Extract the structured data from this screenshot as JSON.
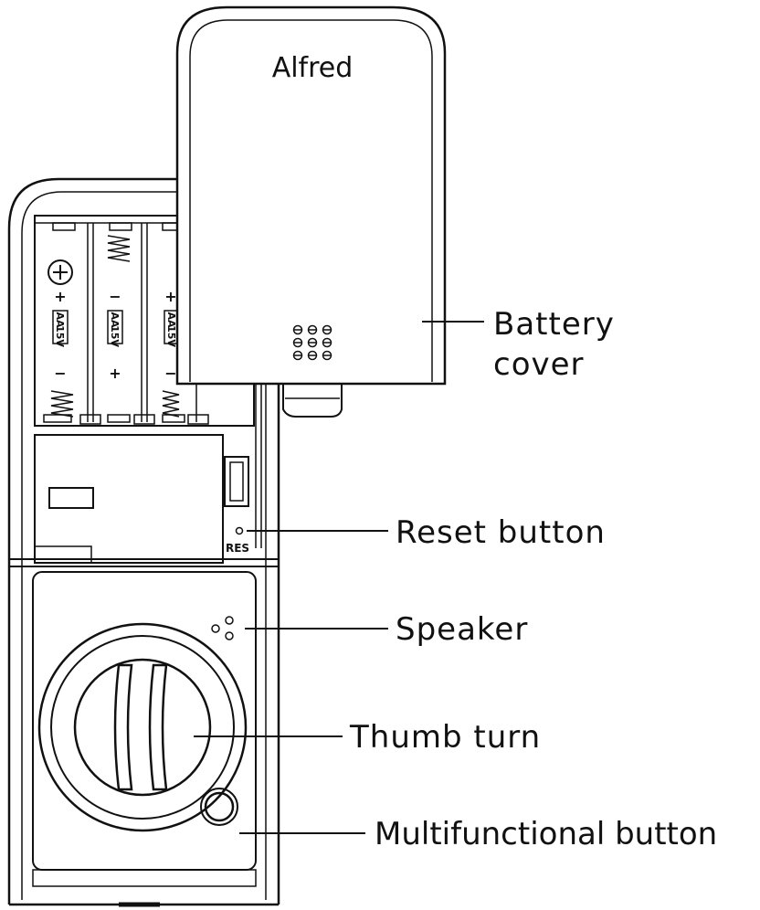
{
  "brand": {
    "logo_text": "Alfred"
  },
  "device": {
    "reset_marking": "RES",
    "battery_marks": [
      {
        "size": "AA",
        "voltage": "15V",
        "top_terminal": "+",
        "bottom_terminal": "−"
      },
      {
        "size": "AA",
        "voltage": "15V",
        "top_terminal": "−",
        "bottom_terminal": "+"
      },
      {
        "size": "AA",
        "voltage": "15V",
        "top_terminal": "+",
        "bottom_terminal": "−"
      }
    ]
  },
  "callouts": {
    "battery_cover_line1": "Battery",
    "battery_cover_line2": "cover",
    "reset_button": "Reset button",
    "speaker": "Speaker",
    "thumb_turn": "Thumb turn",
    "multifunctional_button": "Multifunctional button"
  },
  "colors": {
    "line": "#111111",
    "background": "#ffffff"
  }
}
